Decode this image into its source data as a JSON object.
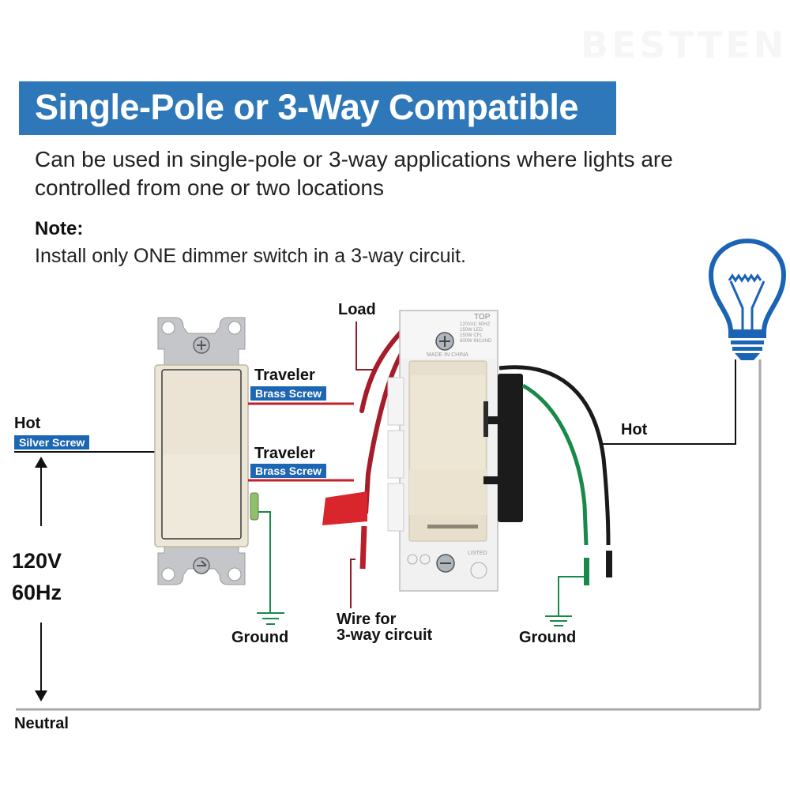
{
  "watermark": "BESTTEN",
  "header": {
    "title": "Single-Pole or 3-Way Compatible",
    "description": "Can be used in single-pole or 3-way applications where lights are controlled from one or two locations",
    "note_title": "Note:",
    "note_text": "Install only ONE dimmer switch in a 3-way circuit."
  },
  "diagram": {
    "left_hot": {
      "label": "Hot",
      "tag": "Silver Screw"
    },
    "traveler_top": {
      "label": "Traveler",
      "tag": "Brass Screw"
    },
    "traveler_bottom": {
      "label": "Traveler",
      "tag": "Brass Screw"
    },
    "load": "Load",
    "right_hot": "Hot",
    "voltage": "120V",
    "frequency": "60Hz",
    "neutral": "Neutral",
    "ground_left": "Ground",
    "ground_right": "Ground",
    "wire_note_line1": "Wire for",
    "wire_note_line2": "3-way circuit",
    "dimmer_plate": {
      "top": "TOP",
      "rating_lines": [
        "120VAC 60HZ",
        "150W LED",
        "150W CFL",
        "600W INCAND"
      ],
      "made_in": "MADE IN CHINA",
      "listed": "LISTED"
    }
  },
  "colors": {
    "banner": "#2e77b8",
    "tag": "#1d66b3",
    "bulb": "#1a63b5",
    "traveler_wire": "#c0222b",
    "ground_wire": "#178a4a",
    "neutral_wire": "#a8a8a8"
  }
}
